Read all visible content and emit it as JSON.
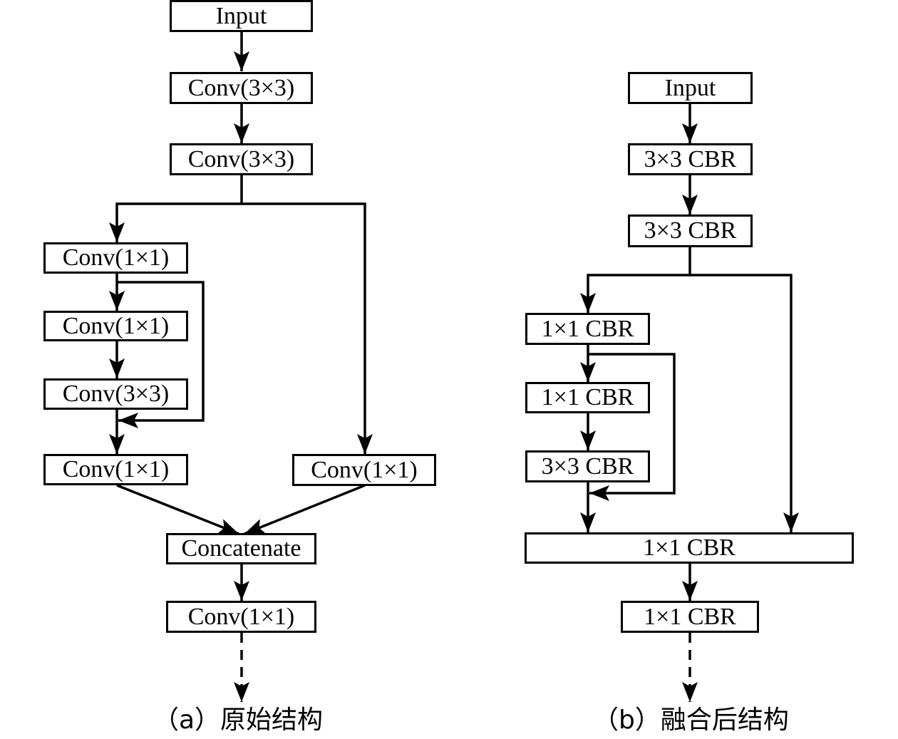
{
  "diagram_a": {
    "input": "Input",
    "conv1": "Conv(3×3)",
    "conv2": "Conv(3×3)",
    "branch_conv1": "Conv(1×1)",
    "branch_conv2": "Conv(1×1)",
    "branch_conv3": "Conv(3×3)",
    "branch_conv4": "Conv(1×1)",
    "right_conv": "Conv(1×1)",
    "concat": "Concatenate",
    "out_conv": "Conv(1×1)",
    "caption": "（a）原始结构"
  },
  "diagram_b": {
    "input": "Input",
    "cbr1": "3×3 CBR",
    "cbr2": "3×3 CBR",
    "branch_cbr1": "1×1 CBR",
    "branch_cbr2": "1×1 CBR",
    "branch_cbr3": "3×3 CBR",
    "merge_cbr": "1×1 CBR",
    "out_cbr": "1×1 CBR",
    "caption": "（b）融合后结构"
  }
}
